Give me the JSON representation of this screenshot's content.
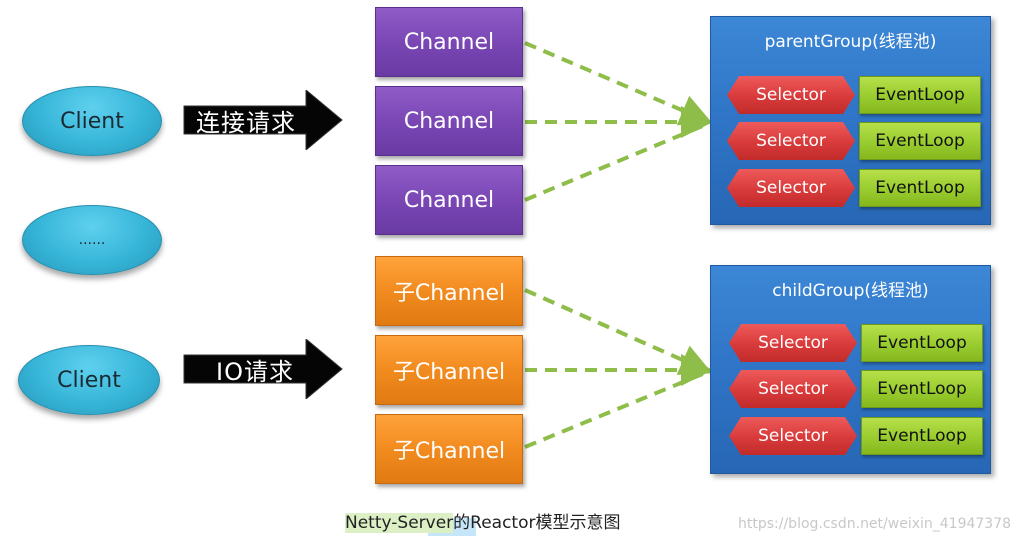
{
  "clients": [
    {
      "label": "Client"
    },
    {
      "label": "......"
    },
    {
      "label": "Client"
    }
  ],
  "arrows": {
    "connect": {
      "label": "连接请求"
    },
    "io": {
      "label": "IO请求"
    }
  },
  "channels": [
    {
      "label": "Channel"
    },
    {
      "label": "Channel"
    },
    {
      "label": "Channel"
    }
  ],
  "sub_channels": [
    {
      "label": "子Channel"
    },
    {
      "label": "子Channel"
    },
    {
      "label": "子Channel"
    }
  ],
  "parent_group": {
    "title": "parentGroup(线程池)",
    "rows": [
      {
        "selector": "Selector",
        "eventloop": "EventLoop"
      },
      {
        "selector": "Selector",
        "eventloop": "EventLoop"
      },
      {
        "selector": "Selector",
        "eventloop": "EventLoop"
      }
    ]
  },
  "child_group": {
    "title": "childGroup(线程池)",
    "rows": [
      {
        "selector": "Selector",
        "eventloop": "EventLoop"
      },
      {
        "selector": "Selector",
        "eventloop": "EventLoop"
      },
      {
        "selector": "Selector",
        "eventloop": "EventLoop"
      }
    ]
  },
  "caption": {
    "part1": "Netty-Server",
    "part2": "的Reactor模型示意图"
  },
  "watermark": "https://blog.csdn.net/weixin_41947378",
  "colors": {
    "client": "#36b5d8",
    "channel": "#7a47b5",
    "sub_channel": "#f28b1f",
    "group": "#2f74c6",
    "selector": "#d83a3a",
    "eventloop": "#99cc2e",
    "connector": "#8fbd4a"
  }
}
